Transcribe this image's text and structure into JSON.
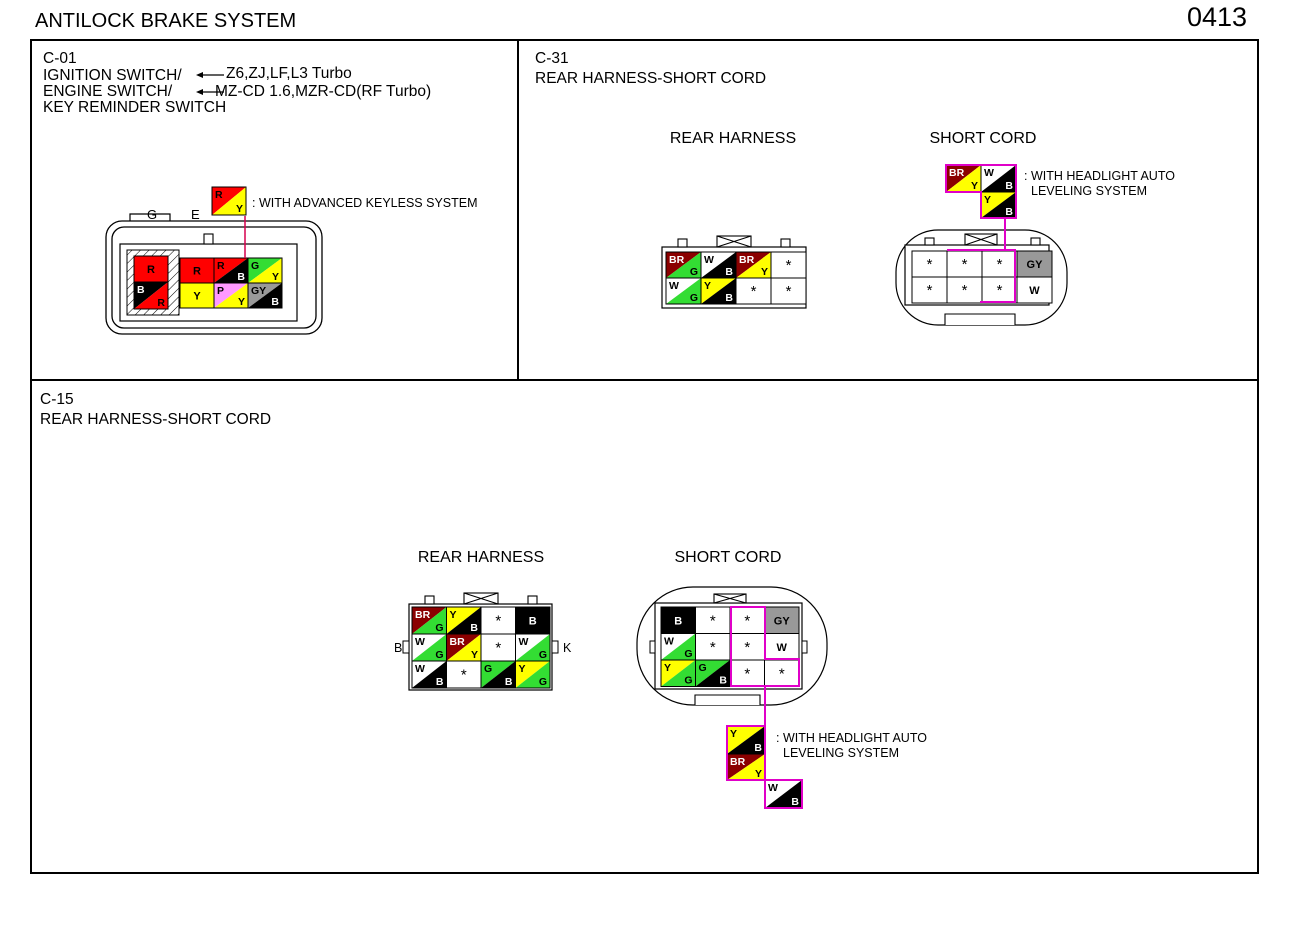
{
  "header": {
    "title": "ANTILOCK BRAKE SYSTEM",
    "page_number": "0413"
  },
  "colors": {
    "R": "#ff0000",
    "Y": "#ffff00",
    "G": "#33dd33",
    "B": "#000000",
    "W": "#ffffff",
    "BR": "#8b0000",
    "P": "#ff99ff",
    "GY": "#999999",
    "highlight": "#e000c8"
  },
  "c01": {
    "code": "C-01",
    "lines": [
      "IGNITION SWITCH/",
      "ENGINE SWITCH/",
      "KEY REMINDER SWITCH"
    ],
    "arrow_notes": [
      "Z6,ZJ,LF,L3 Turbo",
      "MZ-CD 1.6,MZR-CD(RF Turbo)"
    ],
    "note": ": WITH ADVANCED KEYLESS SYSTEM",
    "terminal_letters": [
      "G",
      "E"
    ],
    "legend_wire": {
      "a": "R",
      "b": "Y"
    },
    "left_pins": [
      {
        "a": "R",
        "b": "R"
      },
      {
        "a": "B",
        "b": "R"
      }
    ],
    "pins": [
      [
        {
          "a": "R",
          "b": "R"
        },
        {
          "a": "R",
          "b": "B"
        },
        {
          "a": "G",
          "b": "Y"
        }
      ],
      [
        {
          "a": "Y",
          "b": "Y"
        },
        {
          "a": "P",
          "b": "Y"
        },
        {
          "a": "GY",
          "b": "B"
        }
      ]
    ]
  },
  "c31": {
    "code": "C-31",
    "title": "REAR HARNESS-SHORT CORD",
    "rear_title": "REAR HARNESS",
    "short_title": "SHORT CORD",
    "note_lines": [
      ": WITH HEADLIGHT AUTO",
      "LEVELING SYSTEM"
    ],
    "rear_pins": [
      [
        {
          "a": "BR",
          "b": "G"
        },
        {
          "a": "W",
          "b": "B"
        },
        {
          "a": "BR",
          "b": "Y"
        },
        {
          "a": "*",
          "b": "*"
        }
      ],
      [
        {
          "a": "W",
          "b": "G"
        },
        {
          "a": "Y",
          "b": "B"
        },
        {
          "a": "*",
          "b": "*"
        },
        {
          "a": "*",
          "b": "*"
        }
      ]
    ],
    "short_pins": [
      [
        {
          "a": "*",
          "b": "*"
        },
        {
          "a": "*",
          "b": "*"
        },
        {
          "a": "*",
          "b": "*"
        },
        {
          "a": "GY",
          "b": "GY"
        }
      ],
      [
        {
          "a": "*",
          "b": "*"
        },
        {
          "a": "*",
          "b": "*"
        },
        {
          "a": "*",
          "b": "*"
        },
        {
          "a": "W",
          "b": "W"
        }
      ]
    ],
    "option_pins": [
      {
        "a": "BR",
        "b": "Y"
      },
      {
        "a": "W",
        "b": "B"
      },
      {
        "a": "Y",
        "b": "B"
      }
    ]
  },
  "c15": {
    "code": "C-15",
    "title": "REAR HARNESS-SHORT CORD",
    "rear_title": "REAR HARNESS",
    "short_title": "SHORT CORD",
    "note_lines": [
      ": WITH HEADLIGHT AUTO",
      "LEVELING SYSTEM"
    ],
    "side_letters": [
      "B",
      "K",
      "K",
      "B"
    ],
    "rear_pins": [
      [
        {
          "a": "BR",
          "b": "G"
        },
        {
          "a": "Y",
          "b": "B"
        },
        {
          "a": "*",
          "b": "*"
        },
        {
          "a": "B",
          "b": "B"
        }
      ],
      [
        {
          "a": "W",
          "b": "G"
        },
        {
          "a": "BR",
          "b": "Y"
        },
        {
          "a": "*",
          "b": "*"
        },
        {
          "a": "W",
          "b": "G"
        }
      ],
      [
        {
          "a": "W",
          "b": "B"
        },
        {
          "a": "*",
          "b": "*"
        },
        {
          "a": "G",
          "b": "B"
        },
        {
          "a": "Y",
          "b": "G"
        }
      ]
    ],
    "short_pins": [
      [
        {
          "a": "B",
          "b": "B"
        },
        {
          "a": "*",
          "b": "*"
        },
        {
          "a": "*",
          "b": "*"
        },
        {
          "a": "GY",
          "b": "GY"
        }
      ],
      [
        {
          "a": "W",
          "b": "G"
        },
        {
          "a": "*",
          "b": "*"
        },
        {
          "a": "*",
          "b": "*"
        },
        {
          "a": "W",
          "b": "W"
        }
      ],
      [
        {
          "a": "Y",
          "b": "G"
        },
        {
          "a": "G",
          "b": "B"
        },
        {
          "a": "*",
          "b": "*"
        },
        {
          "a": "*",
          "b": "*"
        }
      ]
    ],
    "option_pins": [
      {
        "a": "Y",
        "b": "B"
      },
      {
        "a": "BR",
        "b": "Y"
      },
      {
        "a": "W",
        "b": "B"
      }
    ]
  }
}
